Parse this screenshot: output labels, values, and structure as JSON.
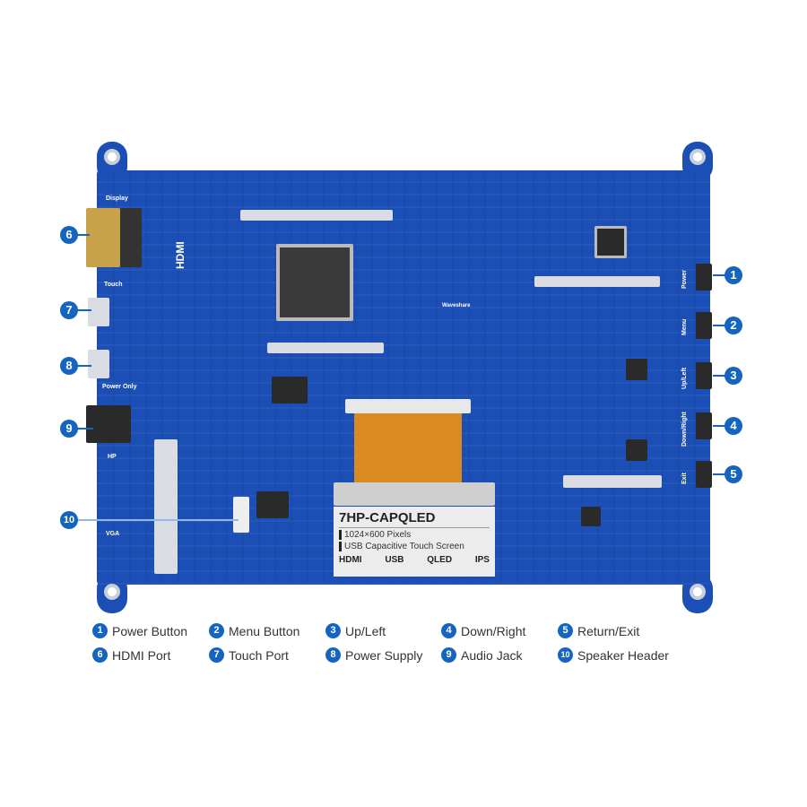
{
  "board": {
    "silkscreen": {
      "display": "Display",
      "touch": "Touch",
      "power_only": "Power Only",
      "hp": "HP",
      "vga": "VGA",
      "hdmi": "HDMI",
      "power": "Power",
      "menu": "Menu",
      "up_left": "Up/Left",
      "down_right": "Down/Right",
      "exit": "Exit",
      "brand": "Waveshare"
    },
    "product_label": {
      "model": "7HP-CAPQLED",
      "line1": "1024×600 Pixels",
      "line2": "USB Capacitive Touch Screen",
      "logos": [
        "HDMI",
        "USB",
        "QLED",
        "IPS"
      ]
    }
  },
  "callouts": [
    "1",
    "2",
    "3",
    "4",
    "5",
    "6",
    "7",
    "8",
    "9",
    "10"
  ],
  "legend": [
    {
      "num": "1",
      "label": "Power Button"
    },
    {
      "num": "2",
      "label": "Menu Button"
    },
    {
      "num": "3",
      "label": "Up/Left"
    },
    {
      "num": "4",
      "label": "Down/Right"
    },
    {
      "num": "5",
      "label": "Return/Exit"
    },
    {
      "num": "6",
      "label": "HDMI Port"
    },
    {
      "num": "7",
      "label": "Touch Port"
    },
    {
      "num": "8",
      "label": "Power Supply"
    },
    {
      "num": "9",
      "label": "Audio Jack"
    },
    {
      "num": "10",
      "label": "Speaker Header"
    }
  ],
  "colors": {
    "board": "#1c4fb5",
    "accent": "#1565c0"
  }
}
